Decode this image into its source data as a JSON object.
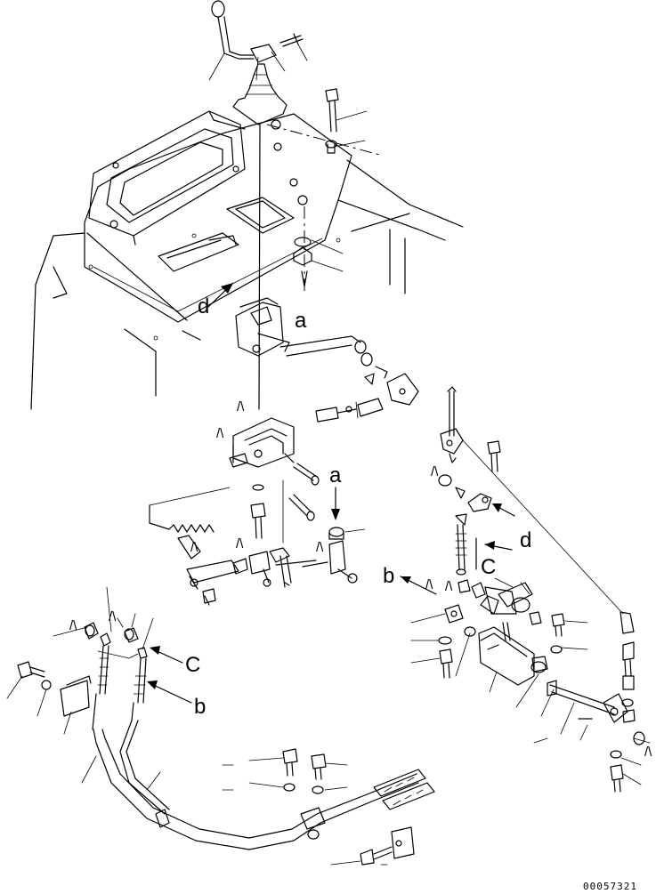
{
  "labels": {
    "a": "a",
    "b": "b",
    "c": "c",
    "d": "d",
    "c_upper": "C",
    "ref_mark": "/\\"
  },
  "drawing_code": "00057321"
}
